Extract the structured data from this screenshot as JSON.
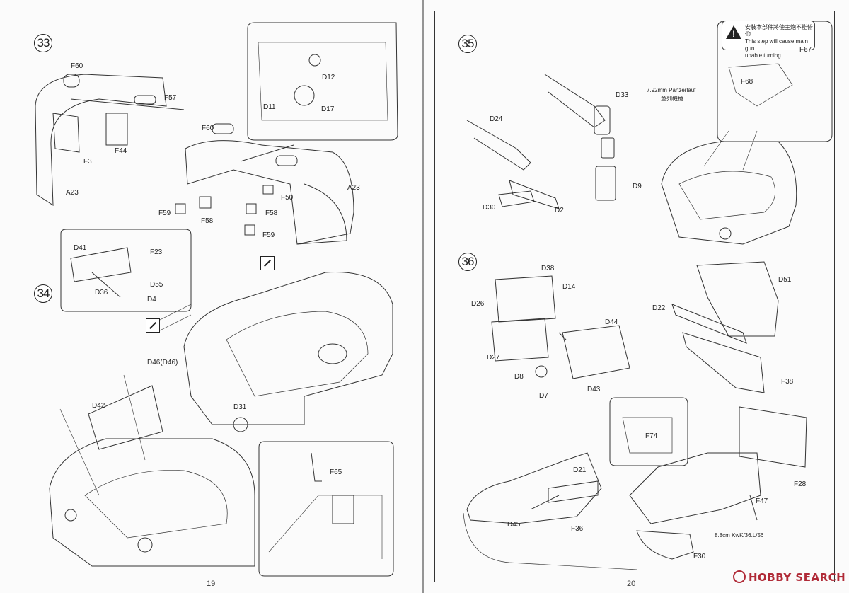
{
  "pages": {
    "left": {
      "page_number": "19",
      "steps": [
        "33",
        "34"
      ],
      "step33_labels": [
        "F60",
        "F57",
        "F44",
        "F3",
        "A23",
        "D12",
        "D11",
        "D17",
        "F60",
        "F50",
        "A23",
        "F59",
        "F58",
        "F58",
        "F59"
      ],
      "step34_labels": [
        "D41",
        "F23",
        "D55",
        "D36",
        "D4",
        "D46(D46)",
        "D31",
        "D42",
        "F65"
      ]
    },
    "right": {
      "page_number": "20",
      "steps": [
        "35",
        "36"
      ],
      "warning": {
        "icon": "exclamation-triangle-icon",
        "lines": [
          "安裝本部件將使主炮不能俯仰",
          "This step will cause main gun",
          "unable turning"
        ]
      },
      "step35_labels": [
        "F67",
        "F68",
        "D33",
        "D24",
        "D9",
        "D30",
        "D2"
      ],
      "mg_note": {
        "line1": "7.92mm Panzerlauf",
        "line2": "並列機槍"
      },
      "step36_labels": [
        "D38",
        "D14",
        "D26",
        "D51",
        "D22",
        "D44",
        "D27",
        "D8",
        "D7",
        "D43",
        "F38",
        "F74",
        "D21",
        "F28",
        "F47",
        "D45",
        "F36",
        "F30"
      ],
      "gun_note": "8.8cm KwK/36.L/56"
    }
  },
  "watermark": "HOBBY SEARCH",
  "colors": {
    "line": "#333333",
    "watermark": "#b02a37",
    "paper": "#fbfbfb"
  }
}
